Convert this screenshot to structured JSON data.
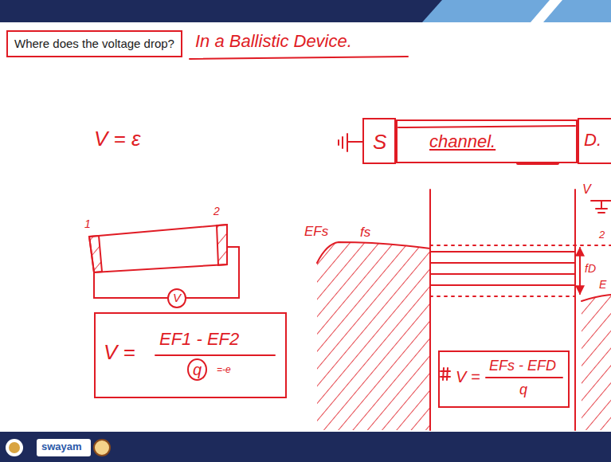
{
  "diagram": {
    "title": "Where does the voltage drop?",
    "nodes": [
      {
        "text": [
          "S"
        ]
      },
      {
        "text": [
          "channel."
        ]
      },
      {
        "text": [
          "D."
        ]
      },
      {
        "text": [
          "V"
        ]
      },
      {
        "text": [
          "V =",
          "EF1 - EF2",
          "q",
          "=-e"
        ]
      },
      {
        "text": [
          "V =",
          "EFs - EFD",
          "q"
        ]
      }
    ],
    "labels": [
      "In a Ballistic Device.",
      "V = ε",
      "1",
      "2",
      "EFs",
      "fs",
      "2",
      "fD",
      "E",
      "V",
      "swayam"
    ]
  }
}
